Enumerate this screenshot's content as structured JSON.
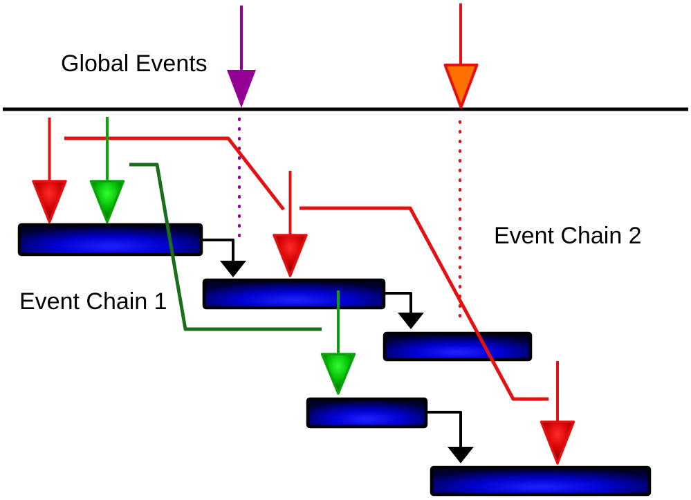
{
  "title": "Event chain diagram with global events timeline and two event chains",
  "labels": {
    "global_events": "Global Events",
    "event_chain_1": "Event Chain 1",
    "event_chain_2": "Event Chain 2"
  },
  "colors": {
    "background": "#ffffff",
    "text": "#000000",
    "black": "#000000",
    "red": "#e31111",
    "green": "#0aa30a",
    "dark_green": "#1b6e1b",
    "purple": "#930093",
    "orange": "#ff7000",
    "bar_bright": "#2020ff",
    "bar_mid": "#0000d0",
    "bar_dark": "#000028",
    "red_head_bright": "#ff2a2a",
    "red_head_mid": "#cf0000",
    "red_head_dark": "#500000",
    "green_head_bright": "#30ff30",
    "green_head_mid": "#00b400",
    "green_head_dark": "#003c00"
  },
  "diagram": {
    "type": "event-chain-schedule-diagram",
    "timeline": {
      "label": "Global Events",
      "orientation": "horizontal"
    },
    "global_event_arrows": [
      {
        "color": "purple",
        "projection": "purple dotted line"
      },
      {
        "color": "orange",
        "projection": "red dotted line"
      }
    ],
    "task_bars": [
      {
        "id": 1,
        "local_events": [
          "red arrow",
          "green arrow"
        ]
      },
      {
        "id": 2,
        "local_events": [
          "red arrow"
        ]
      },
      {
        "id": 3,
        "local_events": []
      },
      {
        "id": 4,
        "local_events": [
          "green arrow"
        ]
      },
      {
        "id": 5,
        "local_events": [
          "red arrow"
        ]
      }
    ],
    "task_links": [
      {
        "from": 1,
        "to": 2,
        "color": "black"
      },
      {
        "from": 2,
        "to": 3,
        "color": "black"
      },
      {
        "from": 4,
        "to": 5,
        "color": "black"
      }
    ],
    "chain_connectors": [
      {
        "color": "red",
        "path": "from left of chain 1 to red arrow on bar 2"
      },
      {
        "color": "red",
        "path": "from red arrow on bar 2 to red arrow on bar 5"
      },
      {
        "color": "dark green",
        "path": "from green event on bar 1 toward green arrow on bar 4"
      }
    ]
  }
}
